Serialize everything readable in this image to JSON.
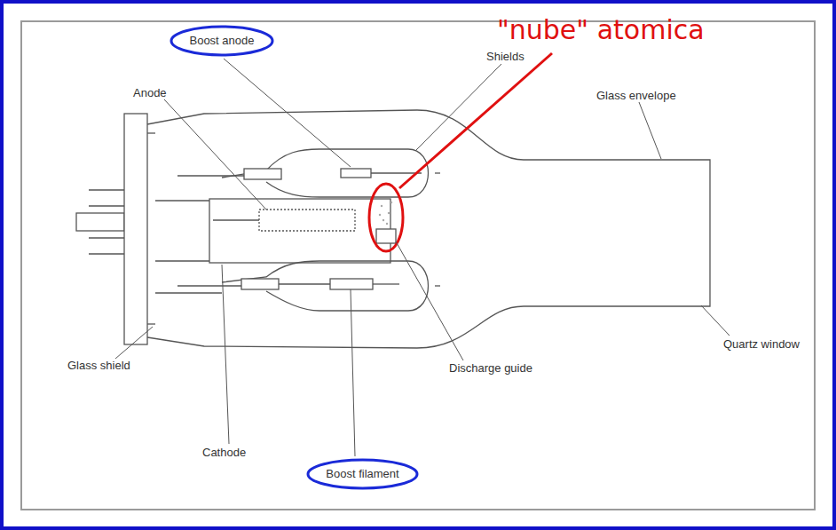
{
  "diagram": {
    "nodes": [
      {
        "text": [
          "Boost anode"
        ]
      },
      {
        "text": [
          "Boost filament"
        ]
      }
    ],
    "labels": [
      "\"nube\" atomica",
      "Anode",
      "Shields",
      "Glass envelope",
      "Quartz window",
      "Glass shield",
      "Cathode",
      "Discharge guide"
    ]
  }
}
